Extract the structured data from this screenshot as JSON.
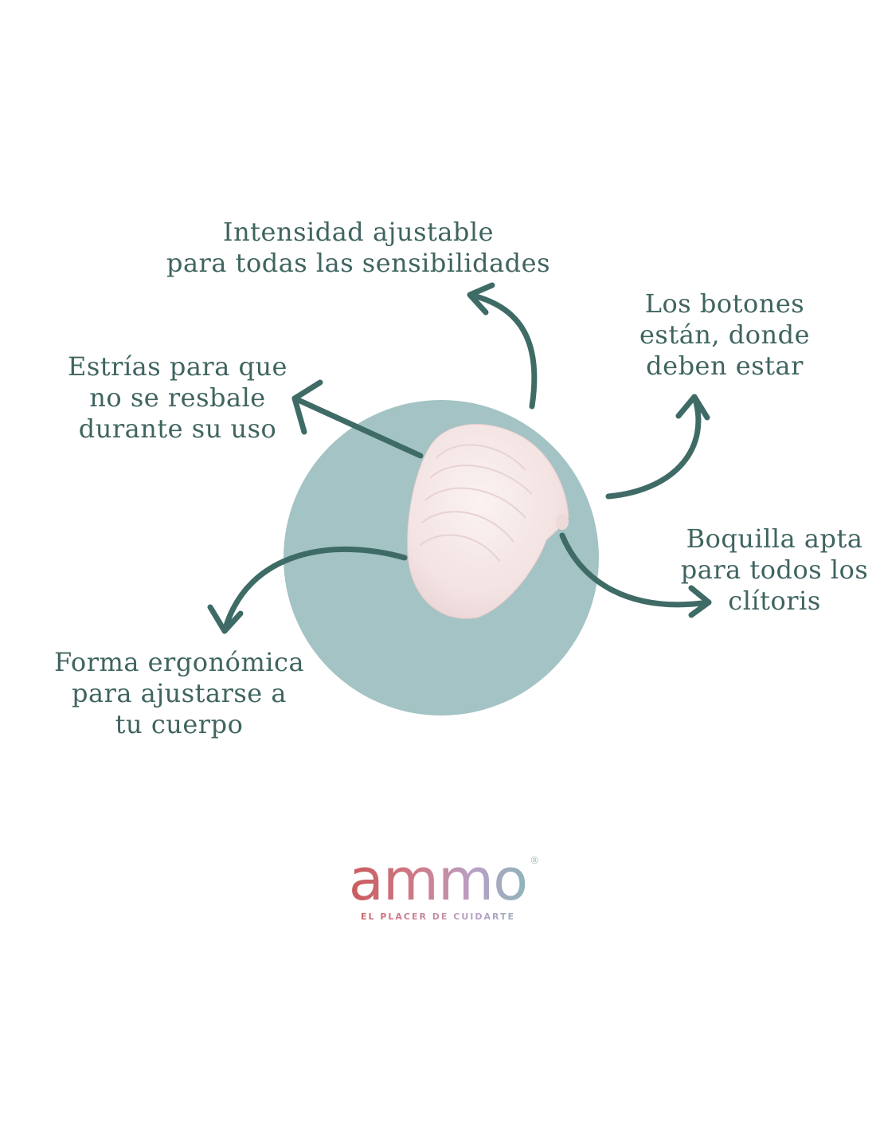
{
  "colors": {
    "text": "#3f6460",
    "arrow": "#3f6b66",
    "circle": "#a3c3c4",
    "device": "#f6e8e8",
    "logo_gradient": [
      "#c95b5d",
      "#cf7c8a",
      "#b8a0c6",
      "#8fb5b8"
    ]
  },
  "features": {
    "intensidad": [
      "Intensidad ajustable",
      "para todas las sensibilidades"
    ],
    "estrias": [
      "Estrías para que",
      "no se resbale",
      "durante su uso"
    ],
    "botones": [
      "Los botones",
      "están, donde",
      "deben estar"
    ],
    "boquilla": [
      "Boquilla apta",
      "para todos los",
      "clítoris"
    ],
    "forma": [
      "Forma ergonómica",
      "para ajustarse a",
      "tu cuerpo"
    ]
  },
  "logo": {
    "brand": "ammo",
    "registered": "®",
    "tagline": "EL PLACER DE CUIDARTE"
  }
}
